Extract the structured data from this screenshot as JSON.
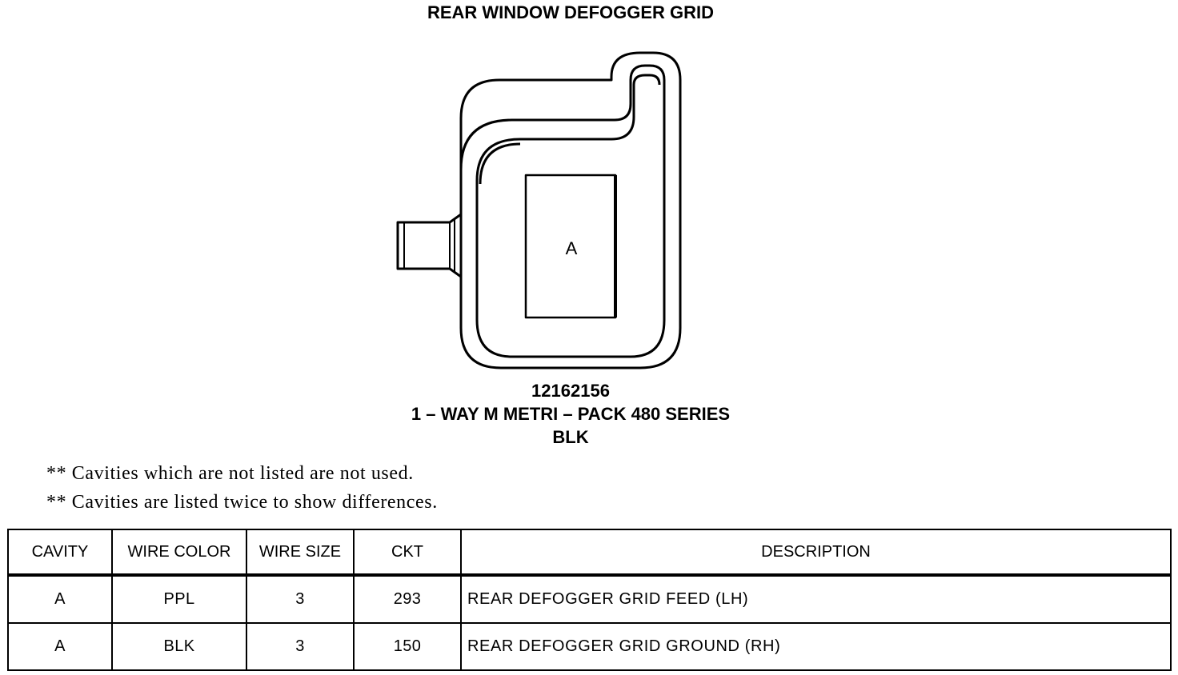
{
  "title": "REAR WINDOW DEFOGGER GRID",
  "connector": {
    "cavity_label": "A",
    "part_number": "12162156",
    "description": "1 – WAY M METRI – PACK 480 SERIES",
    "color": "BLK"
  },
  "notes": [
    "** Cavities which are not listed are not used.",
    "** Cavities are listed twice to show differences."
  ],
  "table": {
    "headers": [
      "CAVITY",
      "WIRE COLOR",
      "WIRE SIZE",
      "CKT",
      "DESCRIPTION"
    ],
    "rows": [
      [
        "A",
        "PPL",
        "3",
        "293",
        "REAR DEFOGGER GRID FEED (LH)"
      ],
      [
        "A",
        "BLK",
        "3",
        "150",
        "REAR DEFOGGER GRID GROUND (RH)"
      ]
    ]
  }
}
